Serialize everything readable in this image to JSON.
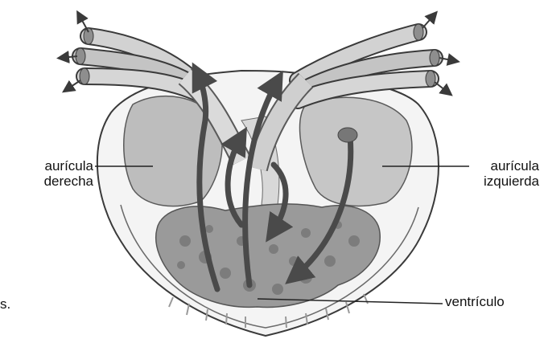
{
  "labels": {
    "right_atrium": [
      "aurícula",
      "derecha"
    ],
    "left_atrium": [
      "aurícula",
      "izquierda"
    ],
    "ventricle": "ventrículo",
    "edge_fragment": "s."
  },
  "colors": {
    "outline": "#3a3a3a",
    "vessel_fill": "#c8c8c8",
    "vessel_shade": "#8e8e8e",
    "chamber_fill": "#bdbdbd",
    "ventricle_fill": "#9a9a9a",
    "arrow": "#4a4a4a"
  }
}
